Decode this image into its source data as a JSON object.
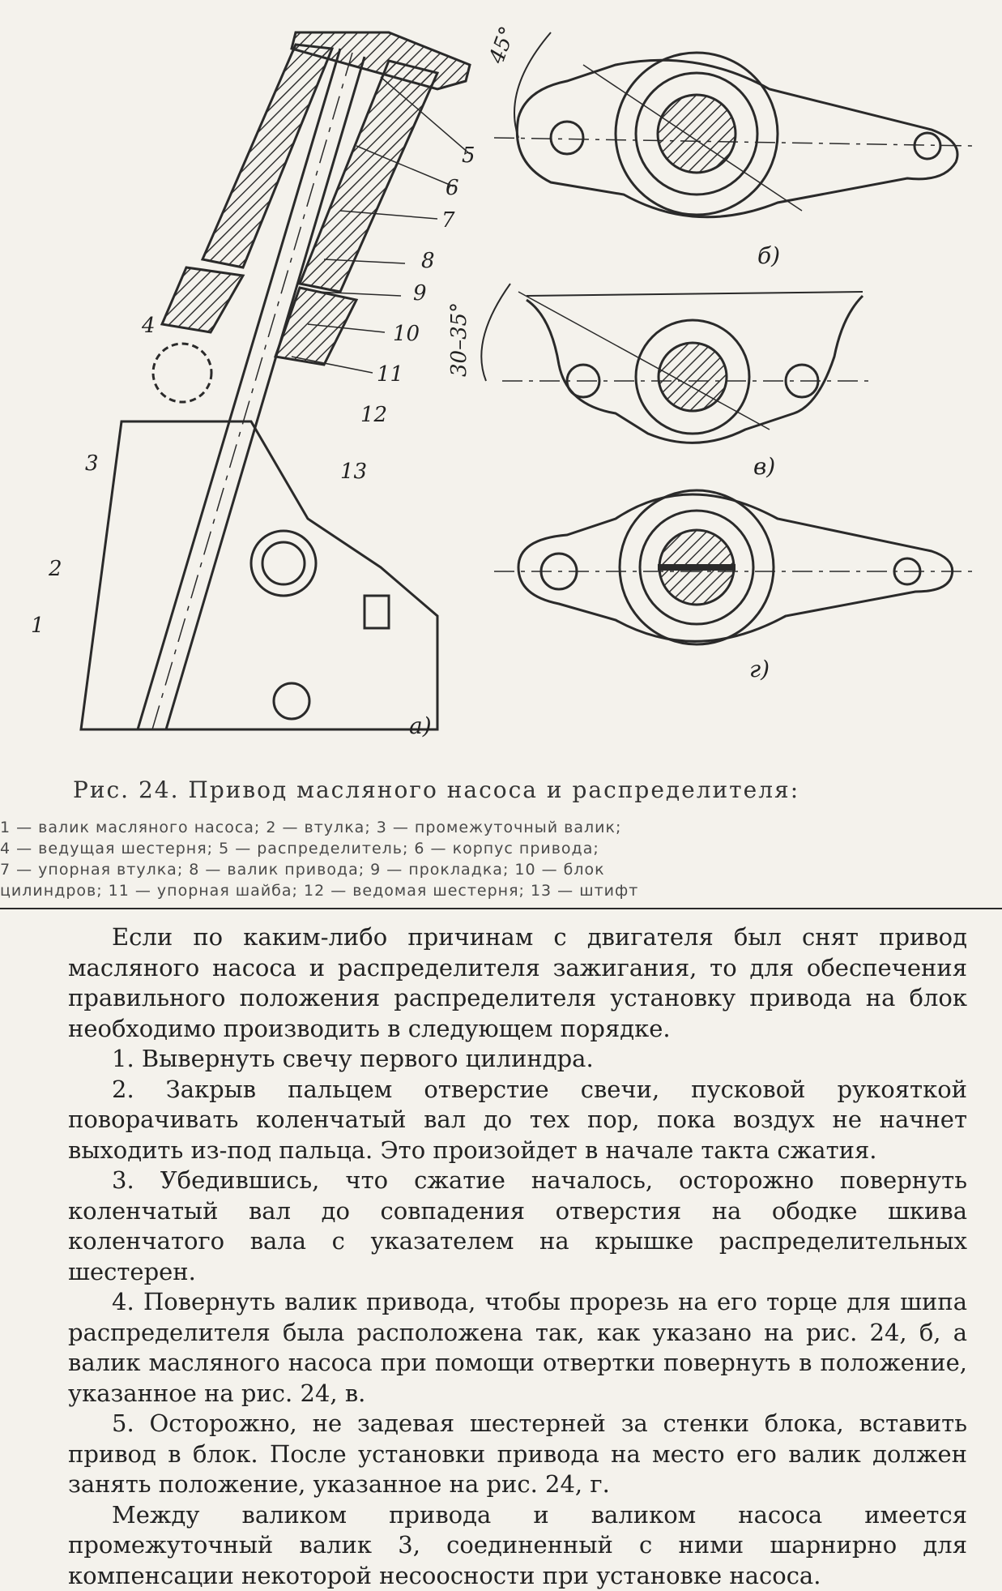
{
  "figure": {
    "callouts": [
      "1",
      "2",
      "3",
      "4",
      "5",
      "6",
      "7",
      "8",
      "9",
      "10",
      "11",
      "12",
      "13"
    ],
    "angles": {
      "b": "45°",
      "v": "30–35°"
    },
    "subfigure_labels": {
      "a": "а)",
      "b": "б)",
      "v": "в)",
      "g": "г)"
    }
  },
  "caption": "Рис. 24. Привод масляного насоса и распределителя:",
  "legend": [
    "1 — валик масляного насоса; 2 — втулка; 3 — промежуточный валик;",
    "4 — ведущая шестерня; 5 — распределитель; 6 — корпус привода;",
    "7 — упорная втулка; 8 — валик привода; 9 — прокладка; 10 — блок",
    "цилиндров; 11 — упорная шайба; 12 — ведомая шестерня; 13 — штифт"
  ],
  "paragraphs": [
    "Если по каким-либо причинам с двигателя был снят привод масляного насоса и распределителя зажигания, то для обеспечения правильного положения распределителя установку привода на блок необходимо производить в следующем порядке.",
    "1. Вывернуть свечу первого цилиндра.",
    "2. Закрыв пальцем отверстие свечи, пусковой рукояткой поворачивать коленчатый вал до тех пор, пока воздух не начнет выходить из-под пальца. Это произойдет в начале такта сжатия.",
    "3. Убедившись, что сжатие началось, осторожно повернуть коленчатый вал до совпадения отверстия на ободке шкива коленчатого вала с указателем на крышке распределительных шестерен.",
    "4. Повернуть валик привода, чтобы прорезь на его торце для шипа распределителя была расположена так, как указано на рис. 24, б, а валик масляного насоса при помощи отвертки повернуть в положение, указанное на рис. 24, в.",
    "5. Осторожно, не задевая шестерней за стенки блока, вставить привод в блок. После установки привода на место его валик должен занять положение, указанное на рис. 24, г.",
    "Между валиком привода и валиком насоса имеется промежуточный валик 3, соединенный с ними шарнирно для компенсации некоторой несоосности при установке насоса."
  ]
}
